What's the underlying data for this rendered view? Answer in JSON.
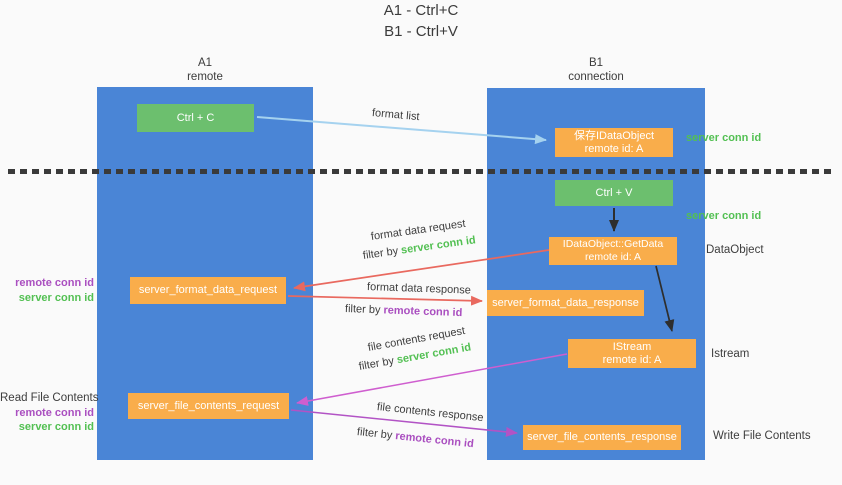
{
  "title": {
    "line1": "A1 - Ctrl+C",
    "line2": "B1 - Ctrl+V"
  },
  "lanes": {
    "a1": {
      "name": "A1",
      "subtitle": "remote"
    },
    "b1": {
      "name": "B1",
      "subtitle": "connection"
    }
  },
  "nodes": {
    "ctrl_c": {
      "label": "Ctrl + C"
    },
    "save_idataobject": {
      "line1": "保存IDataObject",
      "line2": "remote id: A"
    },
    "ctrl_v": {
      "label": "Ctrl + V"
    },
    "getdata": {
      "line1": "IDataObject::GetData",
      "line2": "remote id: A"
    },
    "format_request": {
      "label": "server_format_data_request"
    },
    "format_response": {
      "label": "server_format_data_response"
    },
    "istream": {
      "line1": "IStream",
      "line2": "remote id: A"
    },
    "file_request": {
      "label": "server_file_contents_request"
    },
    "file_response": {
      "label": "server_file_contents_response"
    }
  },
  "edge_labels": {
    "format_list": "format list",
    "format_data_request": "format data request",
    "format_data_response": "format data response",
    "file_contents_request": "file contents request",
    "file_contents_response": "file contents response",
    "filter_by": "filter by ",
    "server_conn_id": "server conn id",
    "remote_conn_id": "remote conn id"
  },
  "right_annotations": {
    "save_server_conn_id": "server conn id",
    "paste_server_conn_id": "server conn id",
    "dataobject": "DataObject",
    "istream": "Istream",
    "write_file_contents": "Write File Contents"
  },
  "left_annotations": {
    "format": {
      "remote_conn_id": "remote conn id",
      "server_conn_id": "server conn id"
    },
    "file": {
      "title": "Read File Contents",
      "remote_conn_id": "remote conn id",
      "server_conn_id": "server conn id"
    }
  },
  "colors": {
    "lane_blue": "#4a85d6",
    "node_green": "#6cbf6e",
    "node_orange": "#f9ad4b",
    "label_green": "#53c053",
    "label_purple": "#aa4fc0",
    "arrow_blue": "#a5d2ef",
    "arrow_black": "#2e2e2e",
    "arrow_red": "#e9695f",
    "arrow_magenta": "#cf5ecf",
    "arrow_purple": "#b253c5",
    "text_dark": "#3d3d3d"
  }
}
